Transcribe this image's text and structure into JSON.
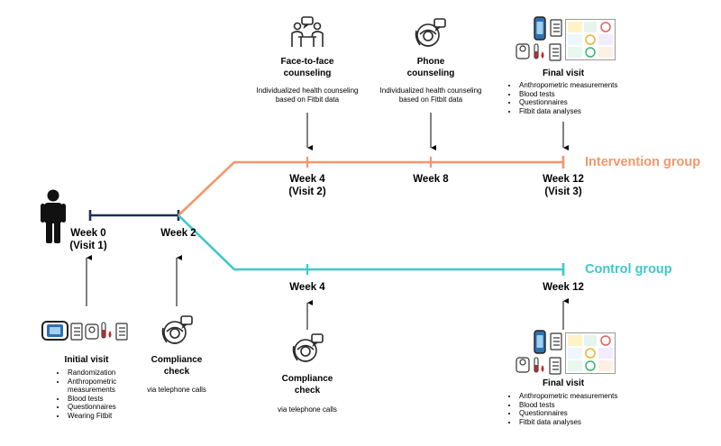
{
  "colors": {
    "intervention": "#f5966a",
    "control": "#3ec8cc",
    "baseline": "#1f2d5c",
    "icon_dark": "#2a2a2a",
    "tracker_blue": "#2f6fb0",
    "blood_red": "#c0272d"
  },
  "groups": {
    "intervention_label": "Intervention group",
    "control_label": "Control group"
  },
  "baseline": {
    "week0": "Week 0",
    "week0_sub": "(Visit 1)",
    "week2": "Week 2"
  },
  "intervention": {
    "week4": "Week 4",
    "week4_sub": "(Visit 2)",
    "week8": "Week 8",
    "week12": "Week 12",
    "week12_sub": "(Visit 3)",
    "face_title_1": "Face-to-face",
    "face_title_2": "counseling",
    "face_desc_1": "Individualized health counseling",
    "face_desc_2": "based on Fitbit data",
    "phone_title_1": "Phone",
    "phone_title_2": "counseling",
    "phone_desc_1": "Individualized health counseling",
    "phone_desc_2": "based on Fitbit data",
    "final_title": "Final visit",
    "final_items": [
      "Anthropometric measurements",
      "Blood tests",
      "Questionnaires",
      "Fitbit data analyses"
    ]
  },
  "control": {
    "week4": "Week 4",
    "week12": "Week 12",
    "compliance_title_1": "Compliance",
    "compliance_title_2": "check",
    "compliance_desc": "via telephone calls",
    "final_title": "Final visit",
    "final_items": [
      "Anthropometric measurements",
      "Blood tests",
      "Questionnaires",
      "Fitbit data analyses"
    ]
  },
  "initial": {
    "title": "Initial visit",
    "items": [
      "Randomization",
      "Anthropometric",
      "measurements",
      "Blood tests",
      "Questionnaires",
      "Wearing Fitbit"
    ],
    "compliance_title_1": "Compliance",
    "compliance_title_2": "check",
    "compliance_desc": "via telephone calls"
  },
  "icons": [
    "person-icon",
    "meeting-icon",
    "phone-headset-icon",
    "fitbit-tracker-icon",
    "scale-icon",
    "blood-sample-icon",
    "questionnaire-icon",
    "dashboard-icon"
  ]
}
